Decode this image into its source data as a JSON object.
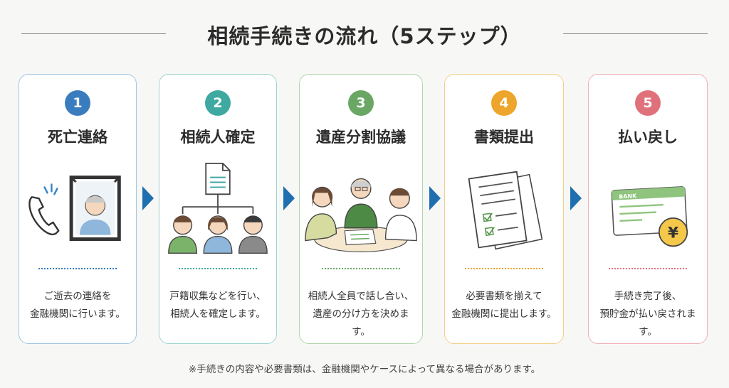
{
  "title": "相続手続きの流れ（5ステップ）",
  "steps": [
    {
      "number": "1",
      "title": "死亡連絡",
      "desc1": "ご逝去の連絡を",
      "desc2": "金融機関に行います。",
      "color": "#3a7dbf",
      "border": "#9fc7e6"
    },
    {
      "number": "2",
      "title": "相続人確定",
      "desc1": "戸籍収集などを行い、",
      "desc2": "相続人を確定します。",
      "color": "#3fa9a1",
      "border": "#9ed5d0"
    },
    {
      "number": "3",
      "title": "遺産分割協議",
      "desc1": "相続人全員で話し合い、",
      "desc2": "遺産の分け方を決めます。",
      "color": "#6aa765",
      "border": "#b2d6ad"
    },
    {
      "number": "4",
      "title": "書類提出",
      "desc1": "必要書類を揃えて",
      "desc2": "金融機関に提出します。",
      "color": "#eea52b",
      "border": "#f3cf8c"
    },
    {
      "number": "5",
      "title": "払い戻し",
      "desc1": "手続き完了後、",
      "desc2": "預貯金が払い戻されます。",
      "color": "#e0717b",
      "border": "#f0b0b5"
    }
  ],
  "icons": {
    "step1": [
      "phone-icon",
      "portrait-icon"
    ],
    "step2": [
      "document-icon",
      "family-tree-icon"
    ],
    "step3": [
      "meeting-icon"
    ],
    "step4": [
      "documents-checklist-icon"
    ],
    "step5": [
      "bankbook-icon",
      "yen-coin-icon"
    ]
  },
  "bankbook_text": "BANK",
  "yen_symbol": "¥",
  "arrow_color": "#1f6fb0",
  "footnote": "※手続きの内容や必要書類は、金融機関やケースによって異なる場合があります。"
}
